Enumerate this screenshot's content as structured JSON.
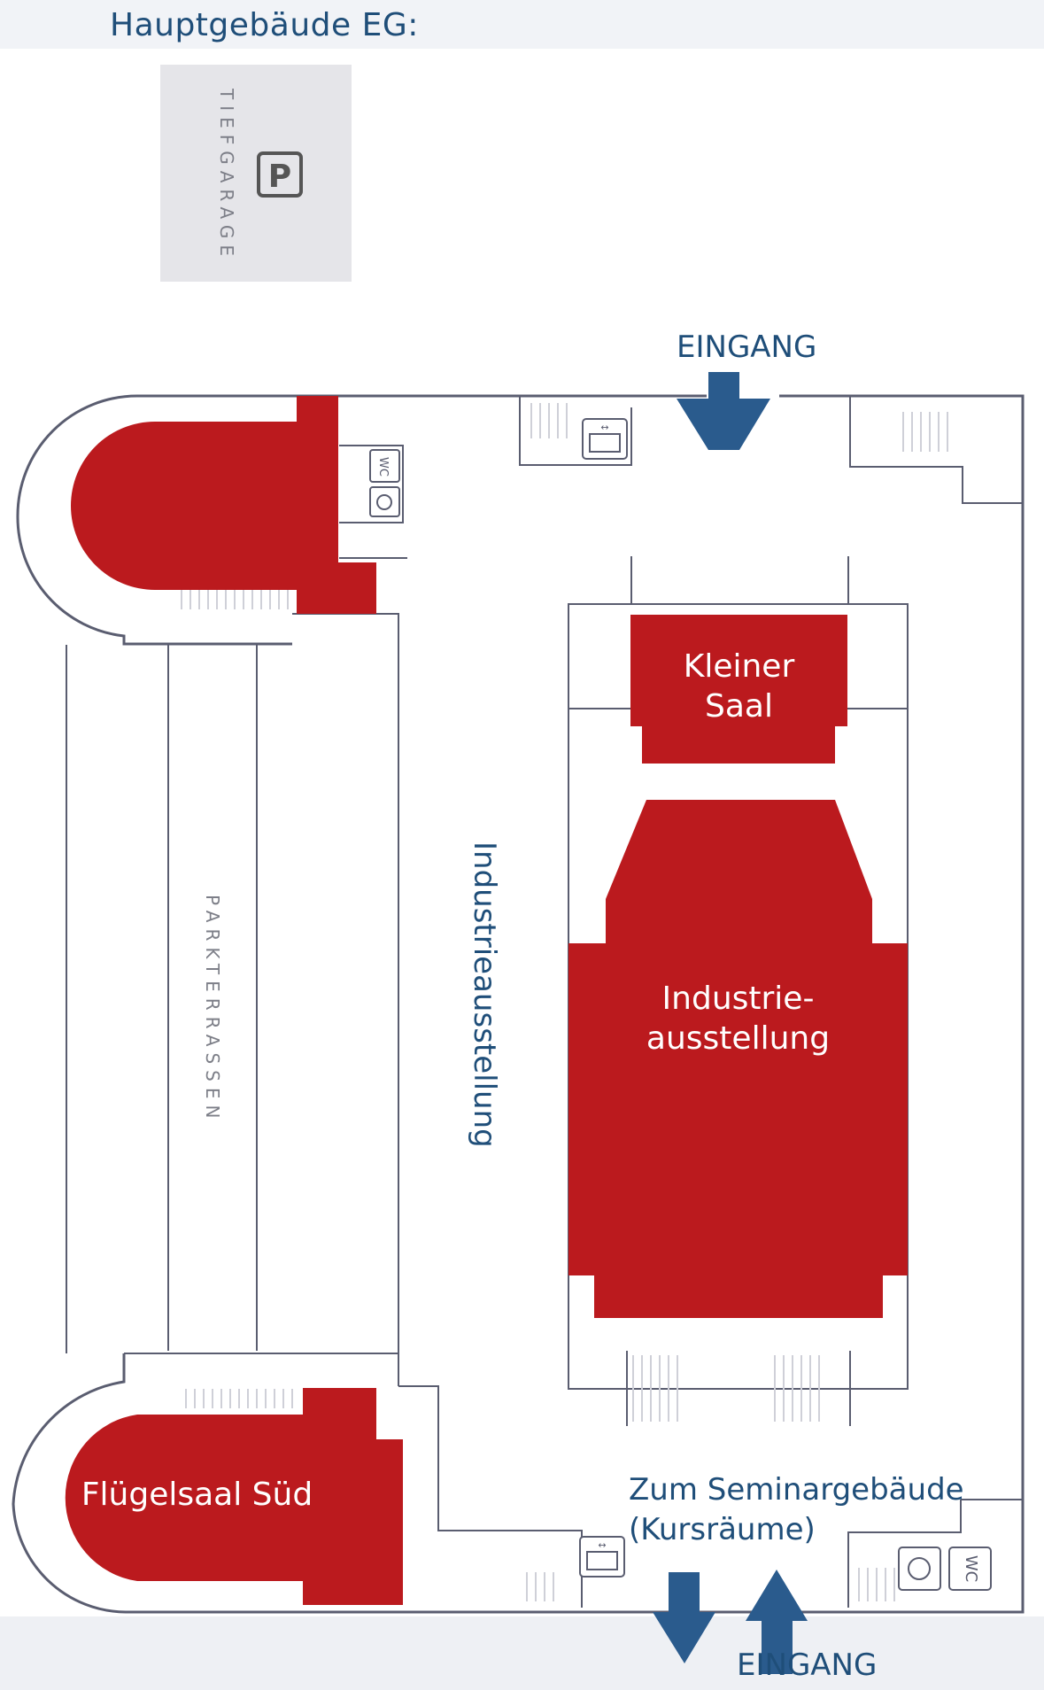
{
  "title": "Hauptgebäude EG:",
  "parking": {
    "label": "TIEFGARAGE",
    "sign": "P"
  },
  "terrace": {
    "label": "PARKTERRASSEN"
  },
  "rooms": {
    "kleiner_saal": "Kleiner\nSaal",
    "industrie": "Industrie-\nausstellung",
    "fluegelsaal": "Flügelsaal Süd"
  },
  "corridor_label": "Industrieausstellung",
  "entrance_top": "EINGANG",
  "entrance_bottom": "EINGANG",
  "seminar": {
    "line1": "Zum Seminargebäude",
    "line2": "(Kursräume)"
  },
  "icons": [
    "wc-icon",
    "wheelchair-icon",
    "elevator-icon",
    "arrow-down-icon",
    "arrow-up-icon",
    "parking-icon"
  ],
  "colors": {
    "room": "#bb1a1e",
    "wall": "#5a5d70",
    "text": "#1f4e79",
    "arrow": "#2a5b8d",
    "garage": "#e5e5e9"
  }
}
